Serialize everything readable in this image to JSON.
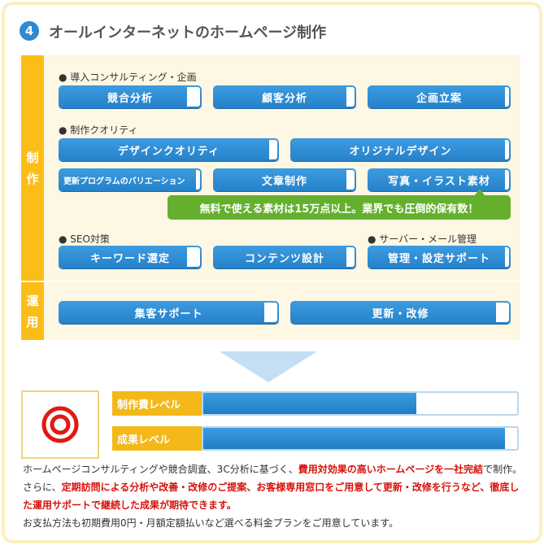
{
  "header": {
    "number": "4",
    "title": "オールインターネットのホームページ制作"
  },
  "sides": {
    "seisaku": [
      "制",
      "作"
    ],
    "unyo": [
      "運",
      "用"
    ]
  },
  "categories": {
    "intro": "● 導入コンサルティング・企画",
    "quality": "● 制作クオリティ",
    "seo": "● SEO対策",
    "server": "● サーバー・メール管理"
  },
  "buttons": {
    "kyogo": "競合分析",
    "kokyaku": "顧客分析",
    "kikaku": "企画立案",
    "design_quality": "デザインクオリティ",
    "original_design": "オリジナルデザイン",
    "update_program": "更新プログラムのバリエーション",
    "bunsho": "文章制作",
    "photo_illust": "写真・イラスト素材",
    "keyword": "キーワード選定",
    "contents": "コンテンツ設計",
    "kanri": "管理・設定サポート",
    "shukyaku": "集客サポート",
    "koshin": "更新・改修"
  },
  "callout": "無料で使える素材は15万点以上。業界でも圧倒的保有数！",
  "result": {
    "mark": "◎",
    "levels": [
      {
        "label": "制作費レベル",
        "value": 0.68
      },
      {
        "label": "成果レベル",
        "value": 0.96
      }
    ]
  },
  "description": {
    "p1": "ホームページコンサルティングや競合調査、3C分析に基づく、",
    "r1": "費用対効果の高いホームページを一社完結",
    "p2": "で制作。さらに、",
    "r2": "定期訪問による分析や改善・改修のご提案、お客様専用窓口をご用意して更新・改修を行うなど、徹底した運用サポートで継続した成果が期待できます。",
    "p3": "お支払方法も初期費用0円・月額定額払いなど選べる料金プランをご用意しています。"
  },
  "colors": {
    "accent_blue": "#2e8ad1",
    "accent_yellow": "#fbbd17",
    "callout_green": "#64b02e",
    "highlight_red": "#d7120b"
  }
}
